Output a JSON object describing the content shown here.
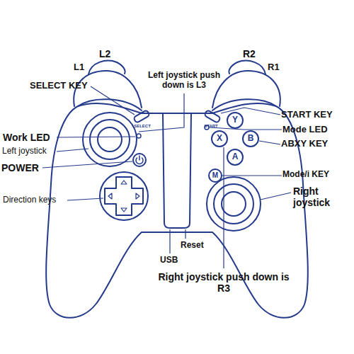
{
  "diagram": {
    "labels": [
      "L2",
      "L1",
      "R2",
      "R1",
      "SELECT KEY",
      "Left joystick push down is L3",
      "START KEY",
      "Mode LED",
      "SELECT",
      "START",
      "Y",
      "X",
      "B",
      "A",
      "ABXY KEY",
      "Work LED",
      "Left joystick",
      "POWER",
      "M",
      "Mode/i KEY",
      "Right joystick",
      "Direction keys",
      "Reset",
      "USB",
      "Right joystick push down is R3"
    ]
  }
}
